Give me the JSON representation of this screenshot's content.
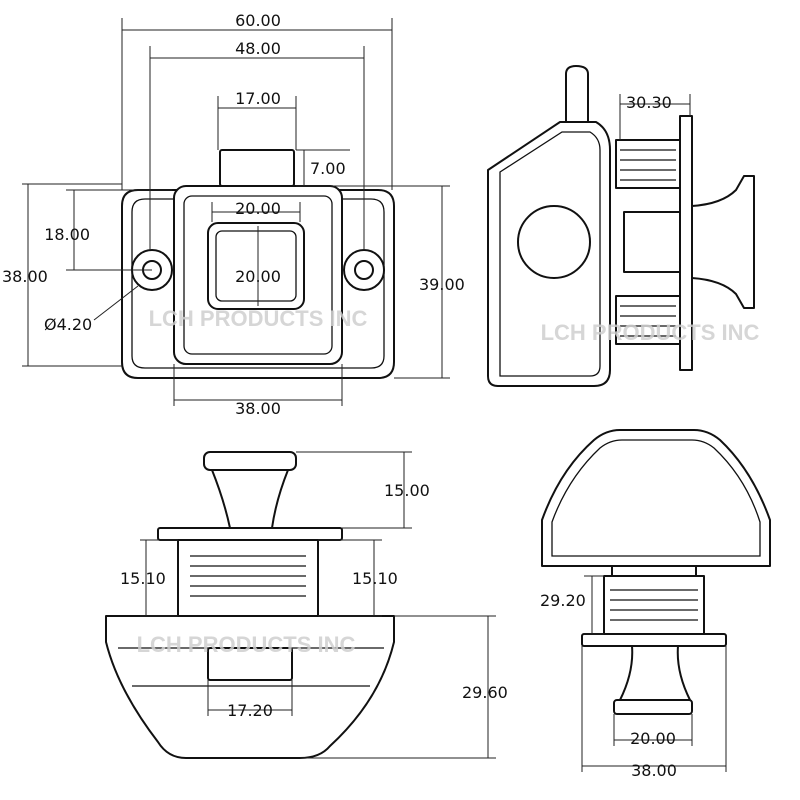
{
  "watermark": "LCH PRODUCTS INC",
  "front_view": {
    "width_overall": "60.00",
    "hole_spacing": "48.00",
    "top_tab_width": "17.00",
    "tab_height": "7.00",
    "window_width": "20.00",
    "window_height": "20.00",
    "hole_to_top": "18.00",
    "height_overall": "38.00",
    "height_right": "39.00",
    "hole_diameter": "Ø4.20",
    "body_width": "38.00"
  },
  "side_view": {
    "depth": "30.30"
  },
  "bottom_view": {
    "knob_height": "15.00",
    "thread_left": "15.10",
    "thread_right": "15.10",
    "slot_width": "17.20",
    "body_height": "29.60"
  },
  "end_view": {
    "thread_height": "29.20",
    "knob_width": "20.00",
    "base_width": "38.00"
  }
}
